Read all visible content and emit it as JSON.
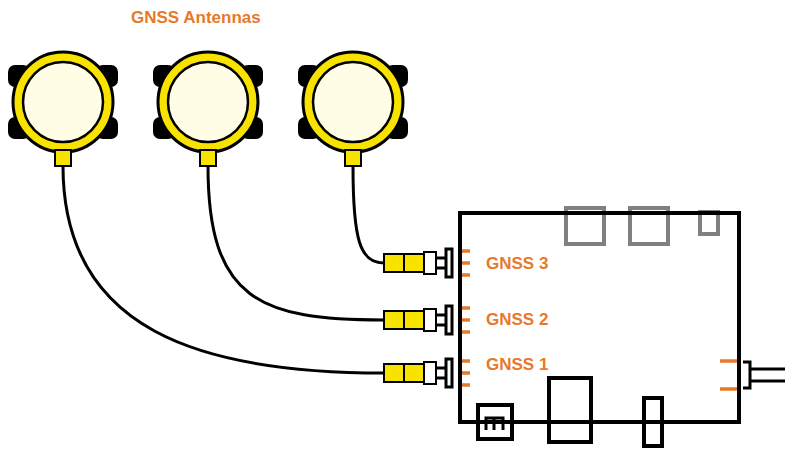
{
  "diagram": {
    "nodes": [
      {
        "text": [
          "GNSS 3",
          "GNSS 2",
          "GNSS 1"
        ]
      }
    ],
    "labels": [
      "GNSS Antennas"
    ]
  }
}
